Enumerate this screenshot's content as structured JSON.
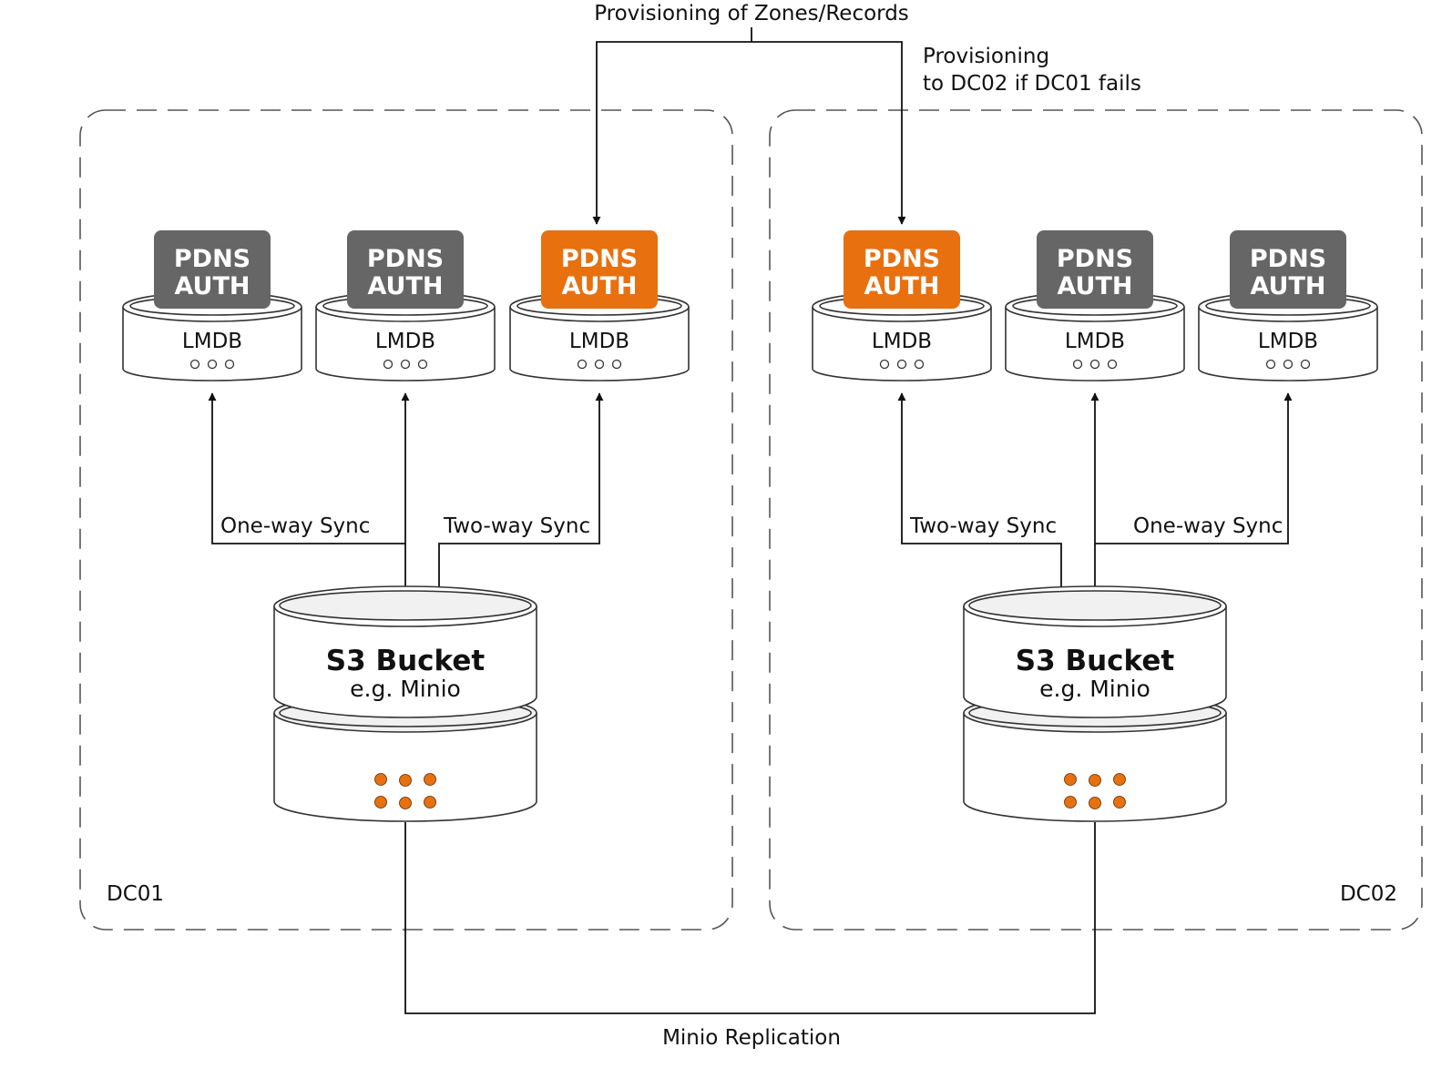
{
  "labels": {
    "provisioning_top": "Provisioning of Zones/Records",
    "provisioning_fail_line1": "Provisioning",
    "provisioning_fail_line2": "to DC02 if DC01 fails",
    "replication": "Minio Replication"
  },
  "datacenters": [
    {
      "name": "DC01",
      "sync_labels": [
        "One-way Sync",
        "Two-way Sync"
      ],
      "bucket": {
        "title": "S3 Bucket",
        "subtitle": "e.g. Minio"
      },
      "nodes": [
        {
          "badge_line1": "PDNS",
          "badge_line2": "AUTH",
          "db": "LMDB",
          "status": "secondary"
        },
        {
          "badge_line1": "PDNS",
          "badge_line2": "AUTH",
          "db": "LMDB",
          "status": "secondary"
        },
        {
          "badge_line1": "PDNS",
          "badge_line2": "AUTH",
          "db": "LMDB",
          "status": "primary"
        }
      ]
    },
    {
      "name": "DC02",
      "sync_labels": [
        "Two-way Sync",
        "One-way Sync"
      ],
      "bucket": {
        "title": "S3 Bucket",
        "subtitle": "e.g. Minio"
      },
      "nodes": [
        {
          "badge_line1": "PDNS",
          "badge_line2": "AUTH",
          "db": "LMDB",
          "status": "primary"
        },
        {
          "badge_line1": "PDNS",
          "badge_line2": "AUTH",
          "db": "LMDB",
          "status": "secondary"
        },
        {
          "badge_line1": "PDNS",
          "badge_line2": "AUTH",
          "db": "LMDB",
          "status": "secondary"
        }
      ]
    }
  ],
  "colors": {
    "primary": "#e8700f",
    "secondary": "#666666",
    "bucket_dots": "#e8700f"
  }
}
